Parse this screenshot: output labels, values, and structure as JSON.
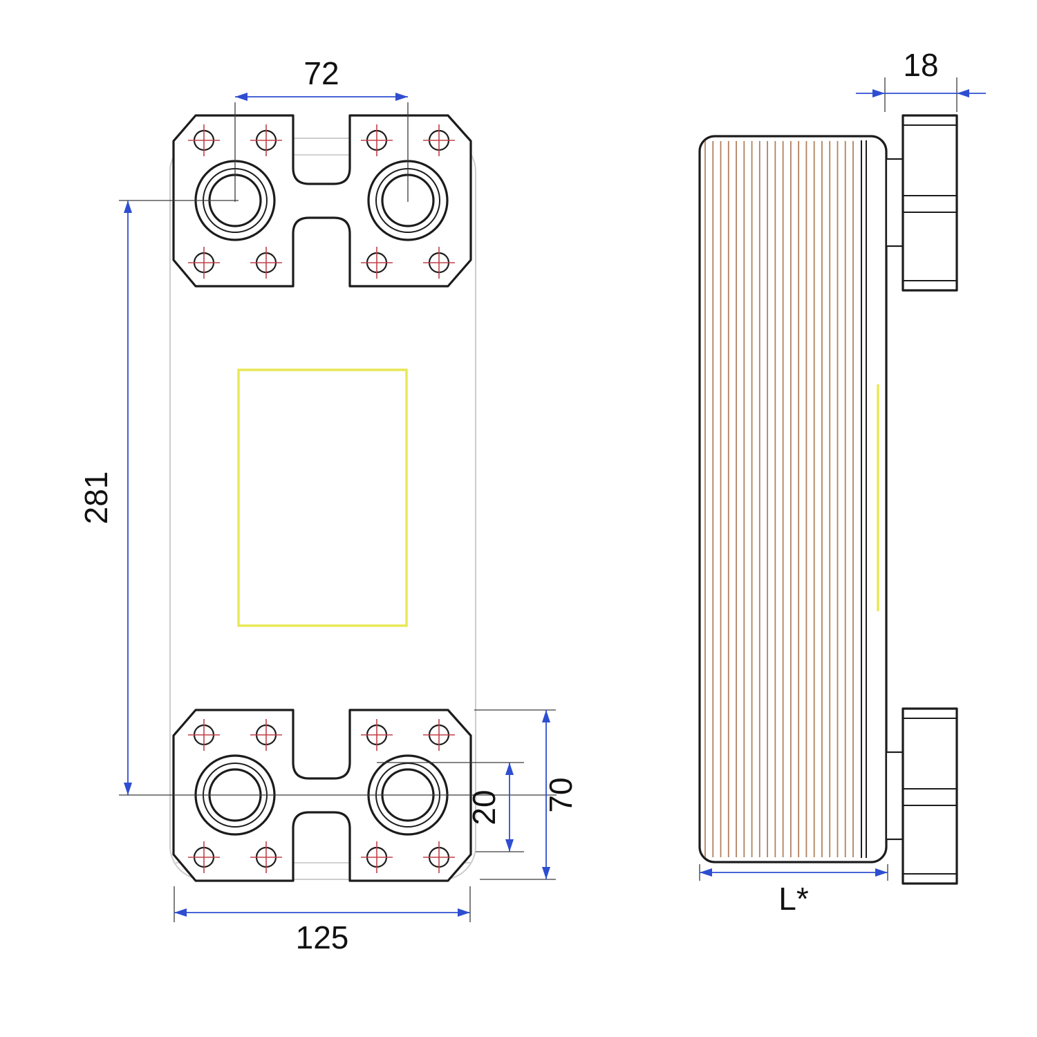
{
  "drawing": {
    "type": "technical dimensional drawing",
    "subject": "brazed plate heat exchanger",
    "views": {
      "front": {
        "name": "front view"
      },
      "side": {
        "name": "side view",
        "plate_count": 20
      }
    },
    "dimensions": {
      "port_horizontal_spacing": "72",
      "port_vertical_spacing": "281",
      "overall_width": "125",
      "port_edge_offset": "20",
      "connection_flange_height": "70",
      "end_plate_protrusion": "18",
      "stack_length": "L*"
    }
  },
  "colors": {
    "line": "#1c1c1c",
    "ext": "#3a3a3a",
    "dim": "#2e4ed1",
    "bolt_cross": "#c04048",
    "plate": "#b3815c",
    "label_area": "#e8e855",
    "body_outline": "#cccccc",
    "text": "#111111"
  }
}
